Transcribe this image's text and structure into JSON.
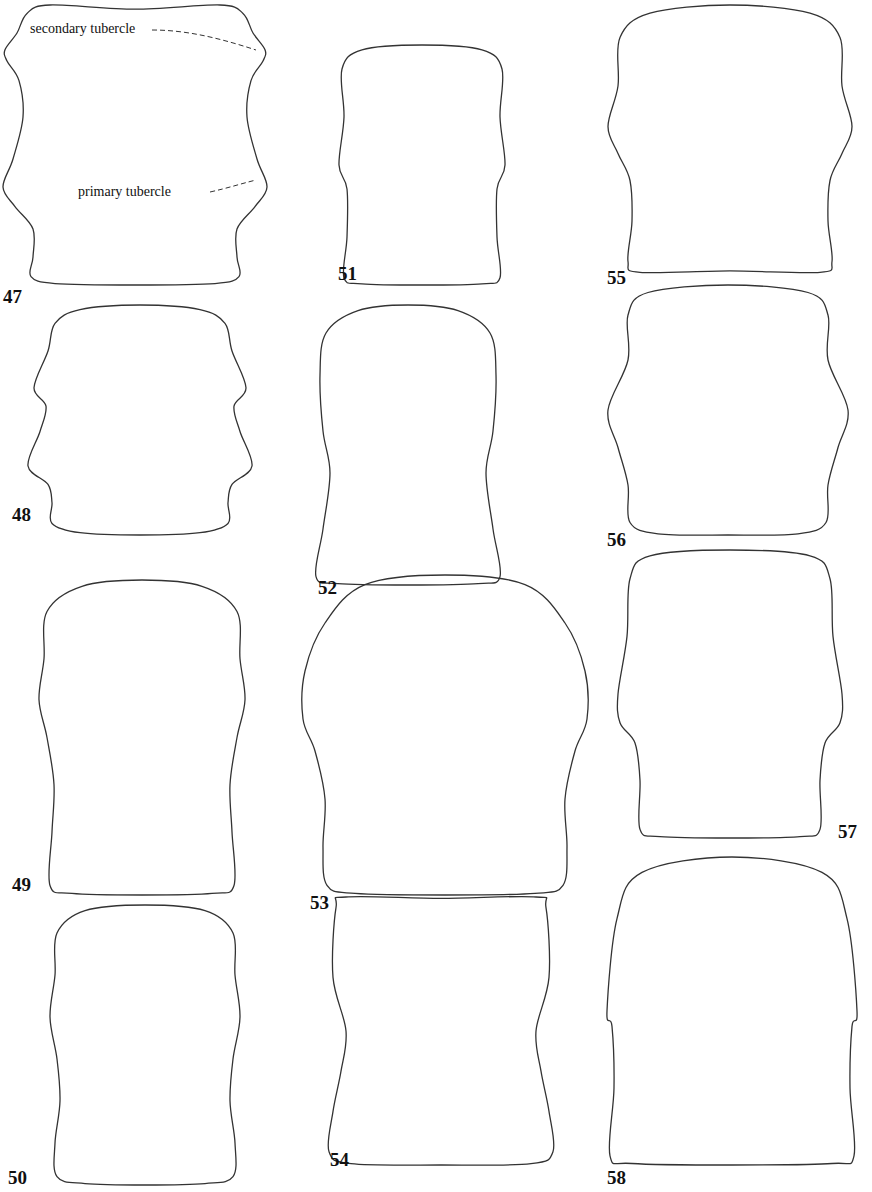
{
  "diagram": {
    "labels": [
      "secondary tubercle",
      "primary tubercle",
      "47",
      "48",
      "49",
      "50",
      "51",
      "52",
      "53",
      "54",
      "55",
      "56",
      "57",
      "58"
    ]
  }
}
